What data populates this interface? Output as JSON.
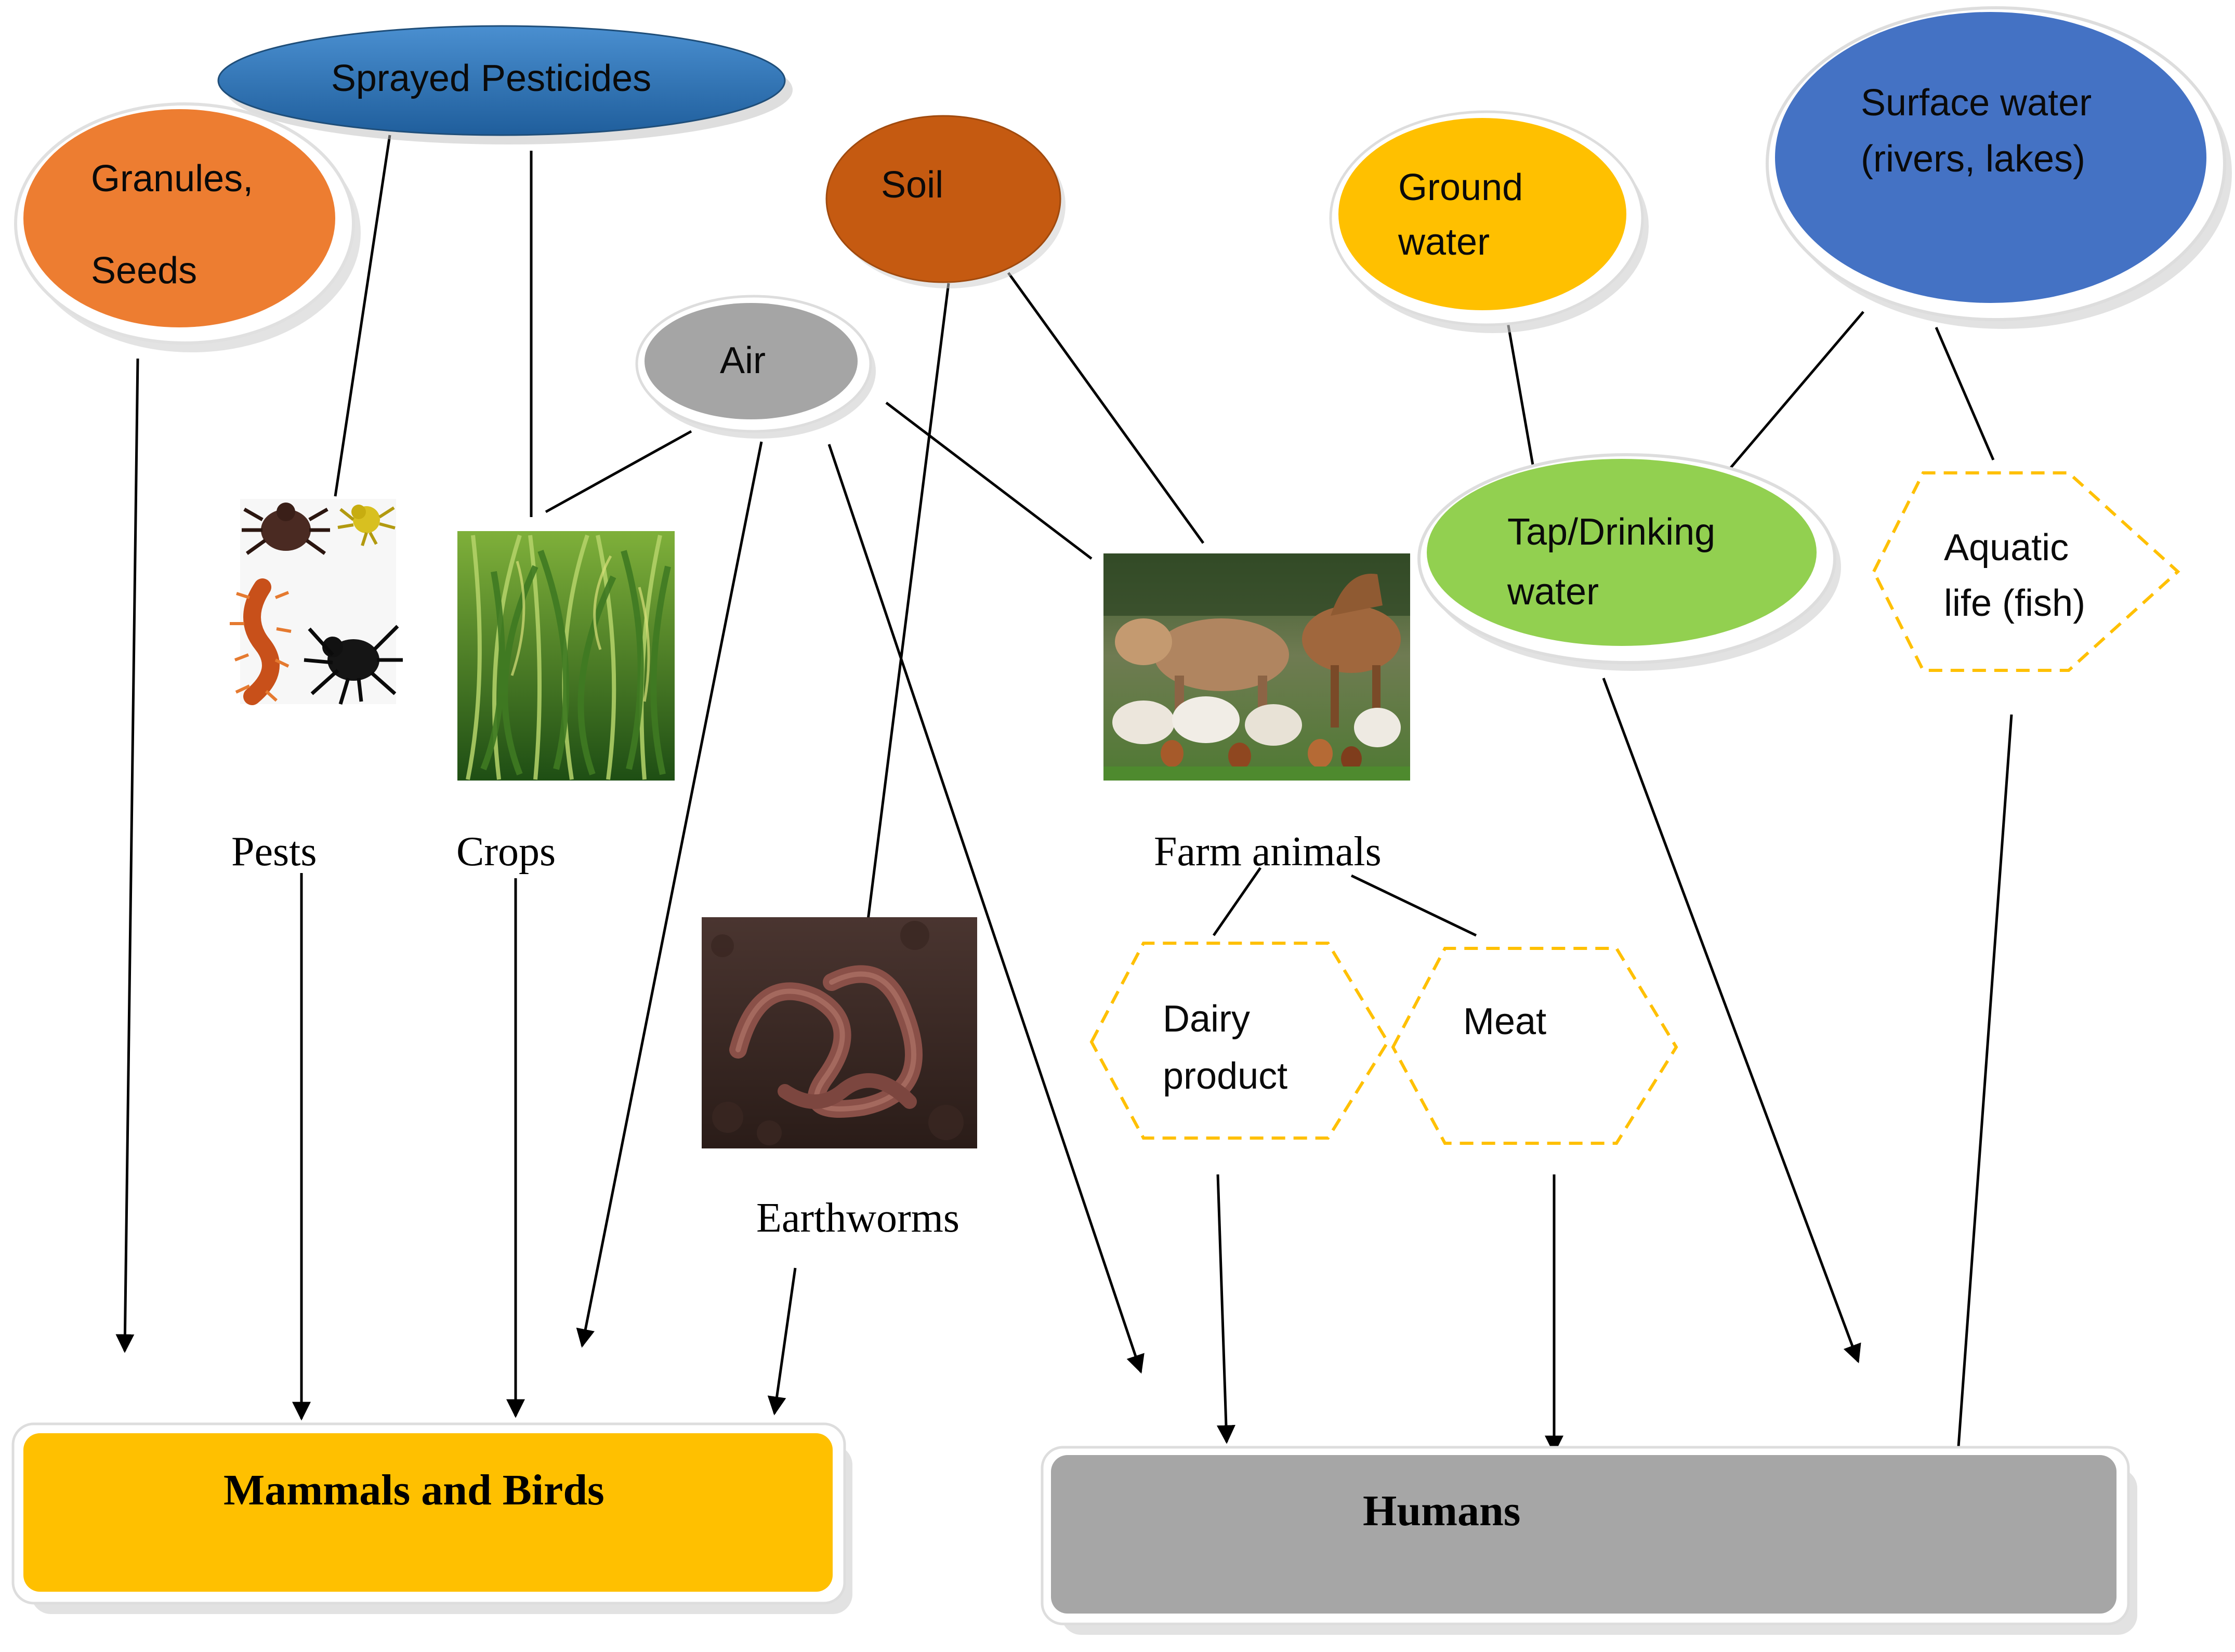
{
  "nodes": {
    "sprayed_pesticides": "Sprayed Pesticides",
    "granules_line1": "Granules,",
    "granules_line2": "Seeds",
    "soil": "Soil",
    "air": "Air",
    "ground_water_line1": "Ground",
    "ground_water_line2": "water",
    "surface_water_line1": "Surface water",
    "surface_water_line2": "(rivers, lakes)",
    "tap_water_line1": "Tap/Drinking",
    "tap_water_line2": "water",
    "aquatic_line1": "Aquatic",
    "aquatic_line2": "life (fish)",
    "dairy_line1": "Dairy",
    "dairy_line2": "product",
    "meat": "Meat"
  },
  "labels": {
    "pests": "Pests",
    "crops": "Crops",
    "farm_animals": "Farm animals",
    "earthworms": "Earthworms"
  },
  "targets": {
    "mammals_birds": "Mammals and Birds",
    "humans": "Humans"
  },
  "colors": {
    "granules": "#ED7D31",
    "sprayed": "#2E75B6",
    "soil": "#C55A11",
    "air": "#A5A5A5",
    "ground_water": "#FFC000",
    "surface_water": "#4472C4",
    "tap_water": "#92D050",
    "hex_stroke": "#FFC000",
    "mammals_box": "#FFC000",
    "humans_box": "#A6A6A6"
  }
}
